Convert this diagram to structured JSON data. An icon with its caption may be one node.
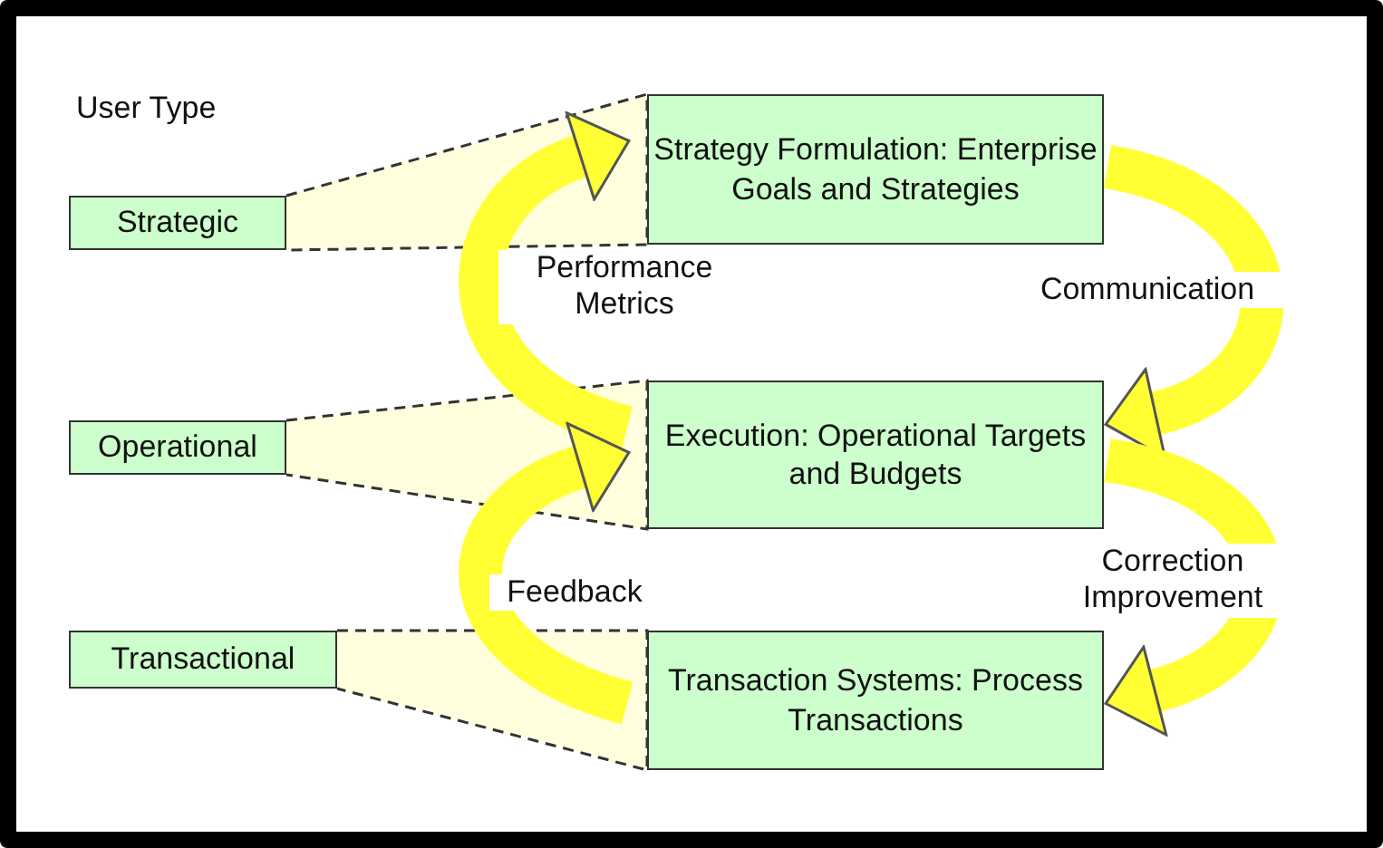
{
  "diagram": {
    "nodes": [
      {
        "text": [
          "Strategic"
        ]
      },
      {
        "text": [
          "Operational"
        ]
      },
      {
        "text": [
          "Transactional"
        ]
      },
      {
        "text": [
          "Strategy Formulation: Enterprise Goals and Strategies"
        ]
      },
      {
        "text": [
          "Execution: Operational Targets and Budgets"
        ]
      },
      {
        "text": [
          "Transaction Systems: Process Transactions"
        ]
      }
    ],
    "edges": [
      {
        "from": 0,
        "to": 3,
        "arrow": "none",
        "style": "dashed",
        "color": "#333333"
      },
      {
        "from": 1,
        "to": 4,
        "arrow": "none",
        "style": "dashed",
        "color": "#333333"
      },
      {
        "from": 2,
        "to": 5,
        "arrow": "none",
        "style": "dashed",
        "color": "#333333"
      },
      {
        "from": 4,
        "to": 3,
        "arrow": "to",
        "label": "Performance Metrics"
      },
      {
        "from": 3,
        "to": 4,
        "arrow": "to",
        "label": "Communication"
      },
      {
        "from": 4,
        "to": 5,
        "arrow": "to",
        "label": "Correction Improvement"
      },
      {
        "from": 5,
        "to": 4,
        "arrow": "to",
        "label": "Feedback"
      }
    ],
    "labels": [
      "User Type"
    ]
  }
}
